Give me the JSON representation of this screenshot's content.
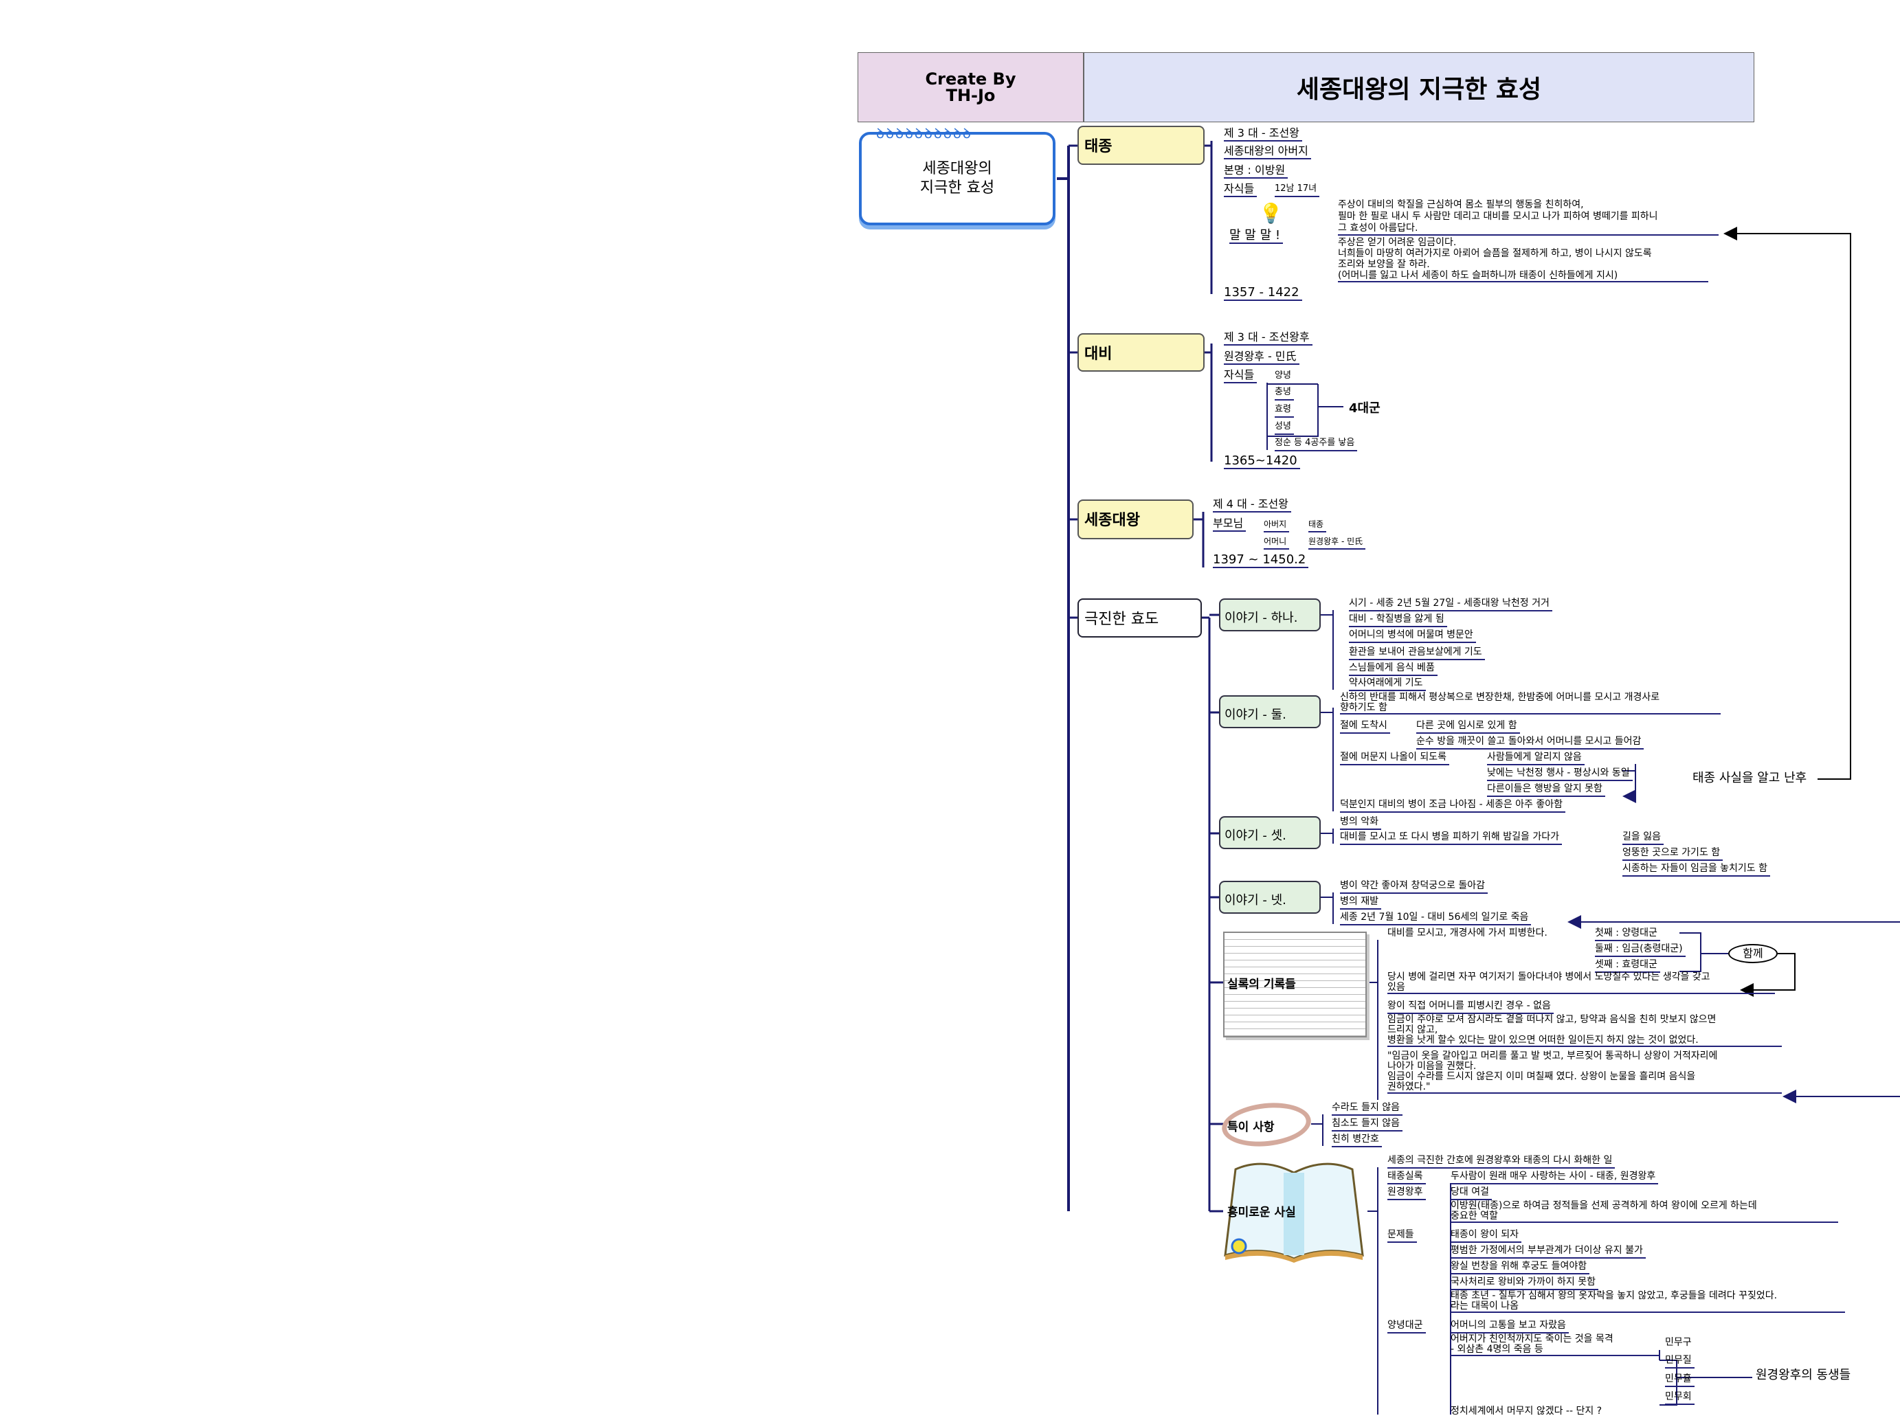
{
  "header": {
    "credit": "Create By\nTH-Jo",
    "title": "세종대왕의 지극한 효성"
  },
  "central": {
    "label": "세종대왕의\n지극한 효성"
  },
  "taejong": {
    "label": "태종",
    "items": [
      "제 3 대 - 조선왕",
      "세종대왕의 아버지",
      "본명 : 이방원",
      "자식들",
      "말 말 말 !",
      "1357 - 1422"
    ],
    "children_count": "12남 17녀",
    "quote1": "주상이 대비의 학질을 근심하여 몸소 필부의 행동을 친히하여,\n 필마 한 필로 내시 두 사람만 데리고 대비를 모시고 나가 피하여 병떼기를 피하니\n그 효성이 아름답다.",
    "quote2": "주상은 얻기 어려운 임금이다.\n너희들이 마땅히 여러가지로 아뢰어 슬픔을 절제하게 하고, 병이 나시지 않도록\n조리와 보양을 잘 하라.\n(어머니를 잃고 나서 세종이 하도 슬퍼하니까 태종이 신하들에게 지시)"
  },
  "daebi": {
    "label": "대비",
    "items": [
      "제 3 대 - 조선왕후",
      "원경왕후 - 민氏",
      "자식들",
      "1365~1420"
    ],
    "children": [
      "양녕",
      "충녕",
      "효령",
      "성녕",
      "정순 등 4공주를 낳음"
    ],
    "group": "4대군"
  },
  "sejong": {
    "label": "세종대왕",
    "items": [
      "제 4 대 - 조선왕",
      "부모님",
      "1397 ~ 1450.2"
    ],
    "father_label": "아버지",
    "father": "태종",
    "mother_label": "어머니",
    "mother": "원경왕후 - 민氏"
  },
  "filial": {
    "label": "극진한 효도",
    "story1": {
      "label": "이야기 - 하나.",
      "items": [
        "시기 - 세종 2년 5월 27일 - 세종대왕 낙천정 거거",
        "대비 - 학질병을 앓게 됨",
        "어머니의 병석에 머물며 병문안",
        "환관을 보내어 관음보살에게 기도",
        "스님들에게 음식 베품",
        "약사여래에게 기도"
      ]
    },
    "story2": {
      "label": "이야기 - 둘.",
      "intro": "신하의 반대를 피해서 평상복으로 변장한채, 한밤중에 어머니를 모시고 개경사로\n향하기도 함",
      "arrive": "절에 도착시",
      "arrive_items": [
        "다른 곳에 임시로 있게 함",
        "순수 방을 깨끗이 쓸고 돌아와서 어머니를 모시고 들어감"
      ],
      "stay": "절에 머문지 나올이 되도록",
      "stay_items": [
        "사람들에게 알리지 않음",
        "낮에는 낙천정 행사 - 평상시와 동일",
        "다른이들은 행방을 알지 못함"
      ],
      "result": "덕분인지 대비의 병이 조금 나아짐 - 세종은 아주 좋아함",
      "note": "태종 사실을 알고 난후"
    },
    "story3": {
      "label": "이야기 - 셋.",
      "items": [
        "병의 악화",
        "대비를 모시고 또 다시 병을 피하기 위해 밤길을 가다가"
      ],
      "sub": [
        "길을 잃음",
        "엉뚱한 곳으로 가기도 함",
        "시종하는 자들이 임금을 놓치기도 함"
      ]
    },
    "story4": {
      "label": "이야기 - 넷.",
      "items": [
        "병이 약간 좋아져 창덕궁으로 돌아감",
        "병의 재발",
        "세종 2년 7월 10일 - 대비 56세의 일기로 죽음"
      ]
    },
    "records": {
      "label": "실록의 기록들",
      "first": "대비를 모시고, 개경사에 가서 피병한다.",
      "sons": [
        "첫째 : 양령대군",
        "둘째 : 임금(충령대군)",
        "셋째 : 효령대군"
      ],
      "together": "함께",
      "items": [
        "당시 병에 걸리면 자꾸 여기저기 돌아다녀야 병에서 도망칠수 있다는 생각을 갖고\n있음",
        "왕이 직접 어머니를 피병시킨 경우 - 없음",
        "임금이 주야로 모셔 잠시라도 곁을 떠나지 않고, 탕약과 음식을 친히 맛보지 않으면\n드리지 않고,\n 병환을 낫게 할수 있다는 말이 있으면 어떠한 일이든지 하지 않는 것이 없었다.",
        "\"임금이 옷을 갈아입고 머리를 풀고 발 벗고, 부르짖어 통곡하니 상왕이 거적자리에\n나아가 미음을 권했다.\n  임금이 수라를 드시지 않은지 이미 며칠째 였다. 상왕이 눈물을 흘리며 음식을\n권하였다.\""
      ]
    },
    "special": {
      "label": "특이 사항",
      "items": [
        "수라도 들지 않음",
        "침소도 들지 않음",
        "친히 병간호"
      ]
    },
    "facts": {
      "label": "흥미로운 사실",
      "intro": "세종의 극진한 간호에 원경왕후와 태종의 다시 화해한 일",
      "sillok": "태종실록",
      "sillok_item": "두사람이 원래 매우 사랑하는 사이 - 태종, 원경왕후",
      "queen": "원경왕후",
      "queen_items": [
        "당대 여걸",
        "이방원(태종)으로 하여금 정적들을 선제 공격하게 하여 왕이에 오르게 하는데\n중요한 역할"
      ],
      "problems": "문제들",
      "problem_items": [
        "태종이 왕이 되자",
        "평범한 가정에서의 부부관계가 더이상 유지 불가",
        "왕실 번창을 위해 후궁도 들여야함",
        "국사처리로 왕비와 가까이 하지 못함",
        "태종 초년 - 질투가 심해서 왕의 옷자락을 놓지 않았고, 후궁들을 데려다 꾸짖었다.\n라는 대목이 나옴"
      ],
      "yangnyeong": "양녕대군",
      "yn_items": [
        "어머니의 고통을 보고 자랐음",
        "어버지가 친인척까지도 죽이는 것을 목격\n- 외삼촌 4명의 죽음 등",
        "정치세계에서 머무지 않겠다 -- 단지 ?"
      ],
      "uncles": [
        "민무구",
        "민무질",
        "민무휼",
        "민무회"
      ],
      "uncles_group": "원경왕후의 동생들"
    }
  }
}
